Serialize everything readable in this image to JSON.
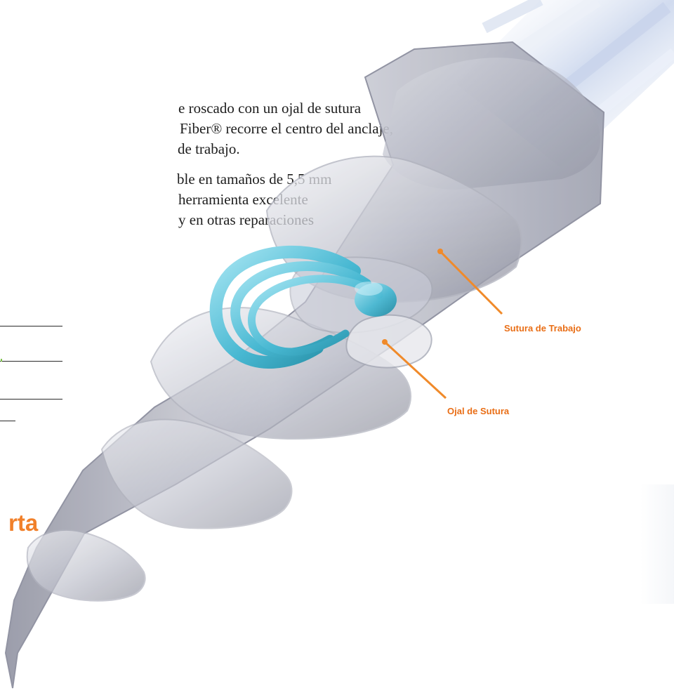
{
  "intro_lines": [
    "e roscado con un ojal de sutura",
    "Fiber® recorre el centro del anclaje,",
    "de trabajo."
  ],
  "size_lines": [
    "ble en tamaños de 5,5 mm",
    "herramienta  excelente",
    "y en otras reparaciones"
  ],
  "heading_fragment": "rta",
  "callouts": {
    "working_suture": "Sutura de Trabajo",
    "suture_eyelet": "Ojal de Sutura"
  },
  "colors": {
    "accent_orange": "#f1802a",
    "callout_orange": "#e96e16",
    "anchor_gray": "#b8b8c4",
    "suture_blue": "#49b8d3"
  }
}
